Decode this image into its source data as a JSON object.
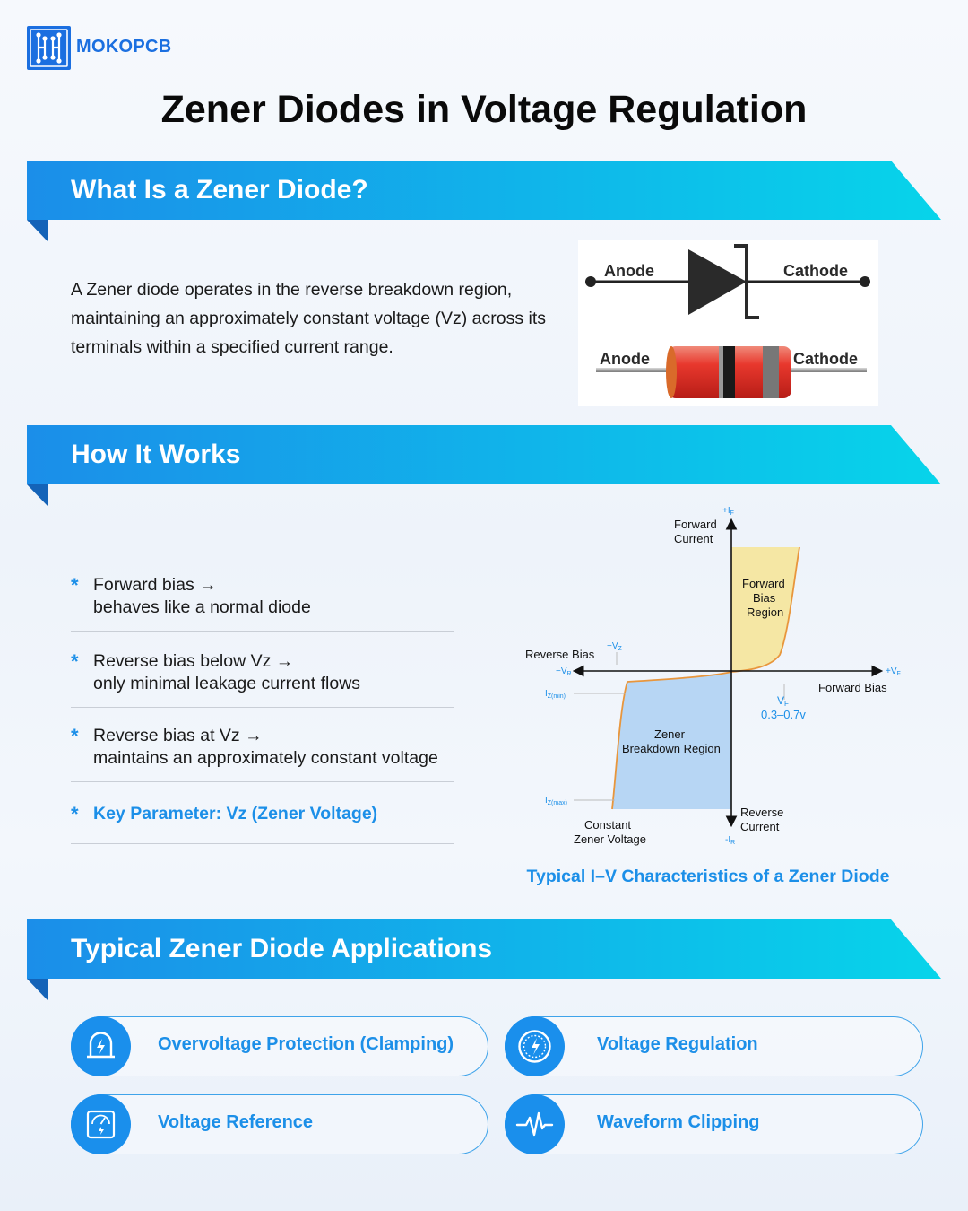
{
  "brand": {
    "name": "MOKOPCB"
  },
  "title": "Zener Diodes in Voltage Regulation",
  "sections": {
    "what": {
      "heading": "What Is a Zener Diode?",
      "paragraph": "A Zener diode operates in the reverse breakdown region, maintaining an approximately constant voltage (Vz) across its terminals within a specified current range."
    },
    "how": {
      "heading": "How It Works",
      "bullets": [
        {
          "line1": "Forward bias →",
          "line2": "behaves like a normal diode"
        },
        {
          "line1": "Reverse bias below Vz →",
          "line2": "only minimal leakage current flows"
        },
        {
          "line1": "Reverse bias at Vz →",
          "line2": "maintains an approximately constant voltage"
        }
      ],
      "key": "Key Parameter: Vz (Zener Voltage)"
    },
    "apps": {
      "heading": "Typical Zener Diode Applications",
      "items": [
        {
          "label": "Overvoltage Protection (Clamping)",
          "icon": "shield-bolt-icon"
        },
        {
          "label": "Voltage Regulation",
          "icon": "gauge-bolt-icon"
        },
        {
          "label": "Voltage Reference",
          "icon": "meter-icon"
        },
        {
          "label": "Waveform Clipping",
          "icon": "waveform-icon"
        }
      ]
    }
  },
  "diode_figure": {
    "anode": "Anode",
    "cathode": "Cathode"
  },
  "iv_chart": {
    "caption": "Typical I–V Characteristics of a Zener Diode",
    "forward_current": [
      "Forward",
      "Current"
    ],
    "reverse_current": [
      "Reverse",
      "Current"
    ],
    "reverse_bias": "Reverse Bias",
    "forward_bias": "Forward Bias",
    "plus_if": "+I",
    "plus_if_sub": "F",
    "minus_ir": "-I",
    "minus_ir_sub": "R",
    "plus_vf": "+V",
    "plus_vf_sub": "F",
    "minus_vr": "−V",
    "minus_vr_sub": "R",
    "minus_vz": "−V",
    "minus_vz_sub": "Z",
    "iz_min": "I",
    "iz_min_sub": "Z(min)",
    "iz_max": "I",
    "iz_max_sub": "Z(max)",
    "vf_label": "V",
    "vf_sub": "F",
    "vf_range": "0.3–0.7v",
    "forward_region": [
      "Forward",
      "Bias",
      "Region"
    ],
    "zener_region": [
      "Zener",
      "Breakdown Region"
    ],
    "constant": [
      "Constant",
      "Zener Voltage"
    ],
    "colors": {
      "forward_fill": "#f5e7a4",
      "zener_fill": "#b7d6f4",
      "curve": "#e8963c",
      "accent": "#1c8fe8"
    }
  },
  "colors": {
    "brand": "#1b6fe0",
    "banner_start": "#1b8ee9",
    "banner_end": "#07d4ea"
  }
}
